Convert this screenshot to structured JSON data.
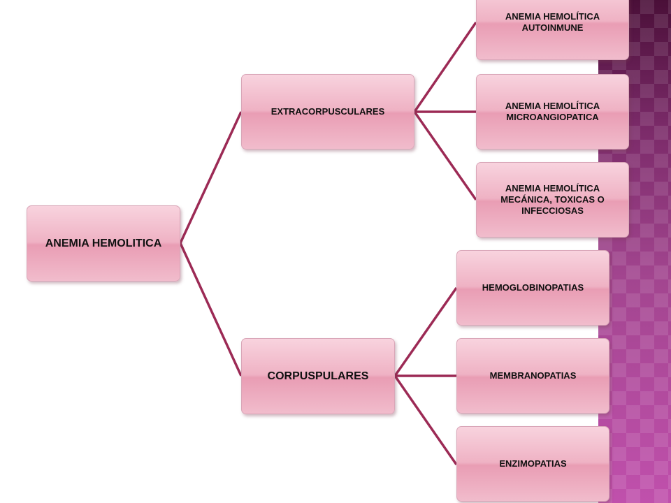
{
  "diagram": {
    "root": {
      "label": "ANEMIA HEMOLITICA"
    },
    "branches": [
      {
        "label": "EXTRACORPUSCULARES",
        "children": [
          {
            "label": "ANEMIA HEMOLÍTICA AUTOINMUNE"
          },
          {
            "label": "ANEMIA HEMOLÍTICA MICROANGIOPATICA"
          },
          {
            "label": "ANEMIA HEMOLÍTICA MECÁNICA, TOXICAS O INFECCIOSAS"
          }
        ]
      },
      {
        "label": "CORPUSPULARES",
        "children": [
          {
            "label": "HEMOGLOBINOPATIAS"
          },
          {
            "label": "MEMBRANOPATIAS"
          },
          {
            "label": "ENZIMOPATIAS"
          }
        ]
      }
    ],
    "colors": {
      "connector": "#9c2a55",
      "node_fill": "#efb2c4",
      "band": "#b24a9e"
    }
  }
}
